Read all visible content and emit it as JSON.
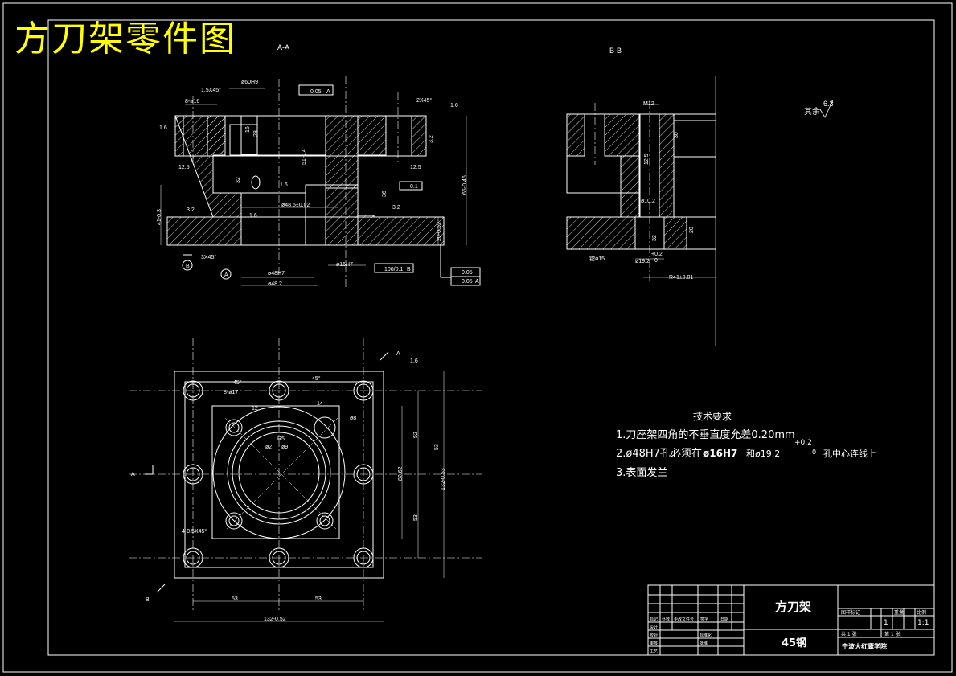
{
  "drawing": {
    "main_title": "方刀架零件图",
    "section_aa": "A-A",
    "section_bb": "B-B",
    "roughness_rest_label": "其余",
    "roughness_rest_value": "6.3"
  },
  "front_view_dims": {
    "d1": "1.5X45°",
    "d2": "ø60H9",
    "d3": "0.05",
    "d3_ref": "A",
    "d4": "2X45°",
    "d5": "8-ø16",
    "d6": "1.6",
    "d7": "1.6",
    "d8": "12.5",
    "d9": "12.5",
    "d10": "3.2",
    "d11": "3.2",
    "d12": "ø48.5±0.02",
    "d13": "3X45°",
    "d14": "ø16H7",
    "d15": "ø48H7",
    "d16": "ø48.2",
    "d17": "100/0.1",
    "d17_ref": "B",
    "d18": "0.05",
    "d19": "0.05",
    "d19_ref": "A",
    "d20": "0.1",
    "d21": "65-0.46",
    "d22": "41-0.3",
    "d23": "20-0.52",
    "d24": "51-0.4",
    "datum_a": "A",
    "datum_b": "B",
    "d25": "16",
    "d26": "32",
    "d27": "36",
    "d28": "28",
    "d29": "3.2",
    "d30": "1.6",
    "d31": "1.6"
  },
  "side_view_dims": {
    "s1": "M12",
    "s2": "30",
    "s3": "ø10.2",
    "s4": "20",
    "s5": "R41±0.01",
    "s6": "ø19.2",
    "s7": "+0.2",
    "s8": "0",
    "s9": "锪ø15",
    "s10": "12.5",
    "s11": "32"
  },
  "top_view_dims": {
    "t1": "45°",
    "t2": "45°",
    "t3": "8-ø17",
    "t4": "1.6",
    "t5": "ø8",
    "t6": "R5",
    "t7": "12",
    "t8": "52",
    "t9": "53",
    "t10": "53",
    "t11": "132-0.52",
    "t12": "53",
    "t13": "53",
    "t14": "132-0.53",
    "t15": "4-0.5X45°",
    "t16": "A",
    "t17": "B",
    "t18": "A",
    "t19": "ø2",
    "t20": "ø9",
    "t21": "14",
    "t22": "82.62"
  },
  "tech_req": {
    "title": "技术要求",
    "item1": "1.刀座架四角的不垂直度允差0.20mm",
    "item2a": "2.ø48H7孔必须在",
    "item2b": "ø16H7",
    "item2c": "和ø19.2",
    "item2d": "孔中心连线上",
    "item2_tol_up": "+0.2",
    "item2_tol_lo": "0",
    "item3": "3.表面发兰"
  },
  "title_block": {
    "part_name": "方刀架",
    "material": "45钢",
    "school": "宁波大红鹰学院",
    "scale": "1:1",
    "qty": "1",
    "stage_label": "图样标记",
    "weight_label": "重量",
    "scale_label": "比例",
    "sheet_label": "共 1 张",
    "sheet_label2": "第 1 张",
    "col_mark": "标记",
    "col_count": "处数",
    "col_doc": "更改文件号",
    "col_sign": "签字",
    "col_date": "日期",
    "row_design": "设计",
    "row_check": "校对",
    "row_review": "审核",
    "row_process": "工艺",
    "row_std": "标准化",
    "row_approve": "批准"
  }
}
